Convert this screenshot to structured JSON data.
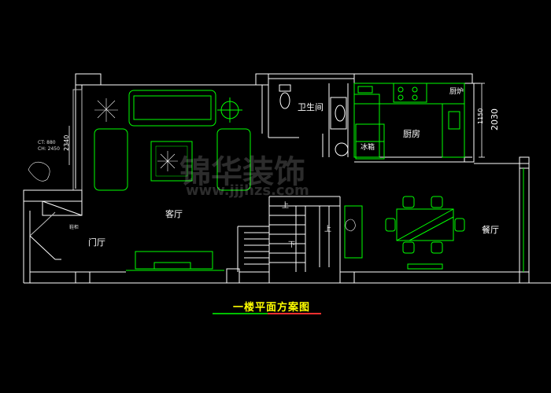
{
  "plan": {
    "title": "一楼平面方案图",
    "rooms": {
      "bathroom": "卫生间",
      "kitchen": "厨房",
      "fridge": "冰箱",
      "stove": "厨炉",
      "living": "客厅",
      "entry": "门厅",
      "dining": "餐厅",
      "shoe_cabinet": "鞋柜"
    },
    "stairs": {
      "up1": "上",
      "up2": "上",
      "down": "下"
    },
    "notes": {
      "ct": "CT: 880",
      "ch": "CH: 2450"
    },
    "dimensions": {
      "left": "2340",
      "right_small": "1150",
      "right_big": "2030"
    },
    "watermark": {
      "text": "锦华装饰",
      "url": "www.jjjhzs.com"
    },
    "colors": {
      "wall": "#ffffff",
      "furniture": "#00ff00",
      "title": "#ffff00",
      "underline_left": "#00c000",
      "underline_right": "#ff3030"
    }
  }
}
